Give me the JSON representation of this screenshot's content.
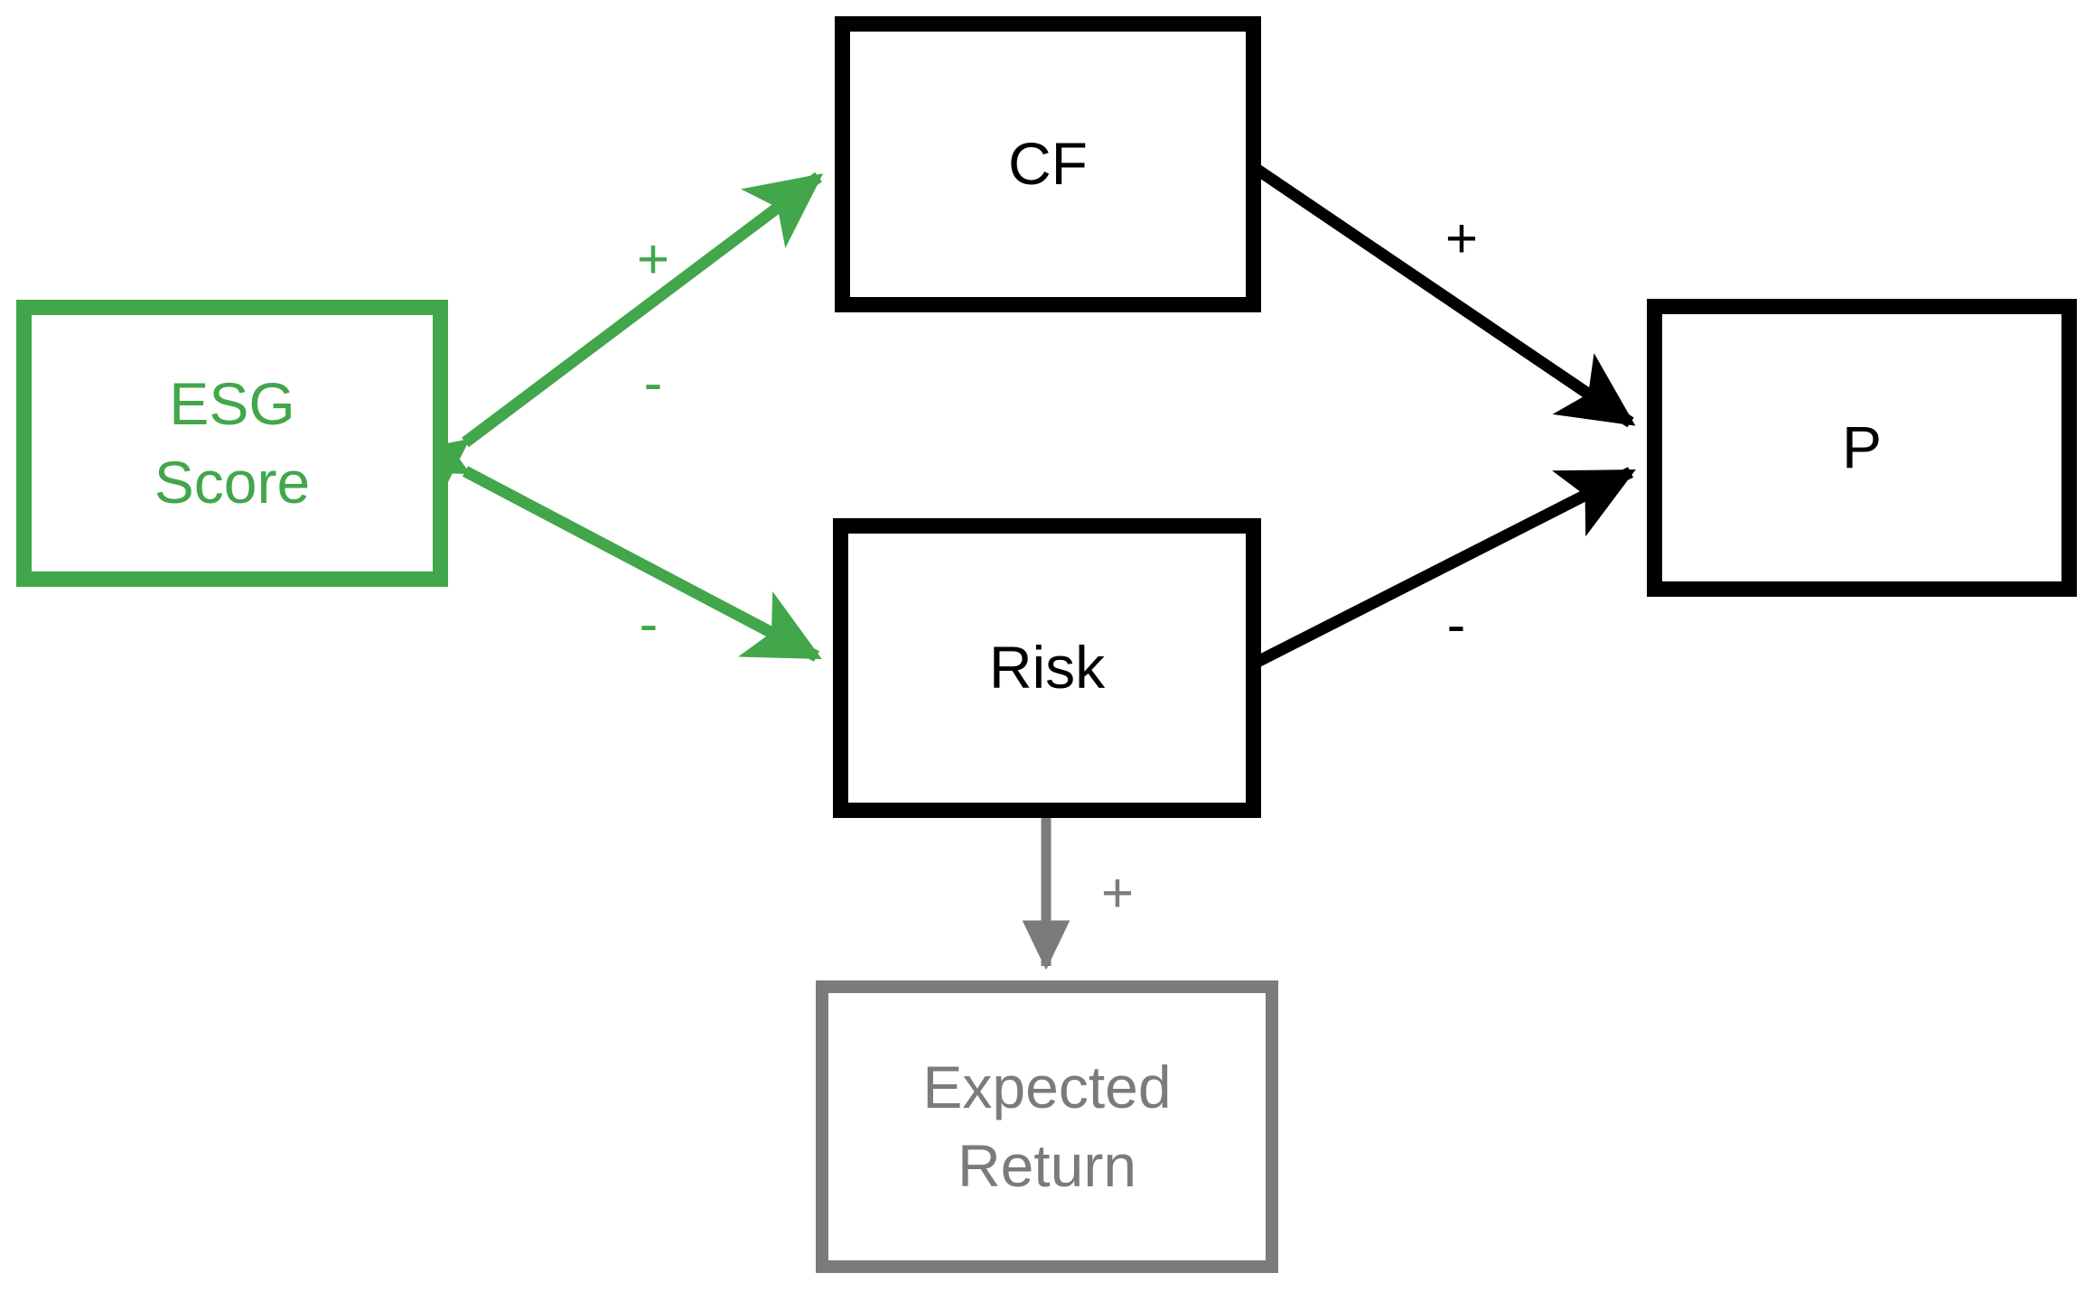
{
  "diagram": {
    "title": "ESG Score valuation channel diagram",
    "background": "#ffffff",
    "colors": {
      "green": "#42a64a",
      "black": "#000000",
      "gray": "#7b7b7b"
    },
    "nodes": [
      {
        "id": "esg",
        "label": "ESG\nScore",
        "color": "#42a64a"
      },
      {
        "id": "cf",
        "label": "CF",
        "color": "#000000"
      },
      {
        "id": "risk",
        "label": "Risk",
        "color": "#000000"
      },
      {
        "id": "p",
        "label": "P",
        "color": "#000000"
      },
      {
        "id": "er",
        "label": "Expected\nReturn",
        "color": "#7b7b7b"
      }
    ],
    "edges": [
      {
        "id": "esg-cf",
        "from": "ESG Score",
        "to": "CF",
        "arrow": "double",
        "color": "#42a64a",
        "sign": "+"
      },
      {
        "id": "cf-esg",
        "from": "CF",
        "to": "ESG Score",
        "arrow": "double",
        "color": "#42a64a",
        "sign": "-"
      },
      {
        "id": "esg-risk",
        "from": "ESG Score",
        "to": "Risk",
        "arrow": "double",
        "color": "#42a64a",
        "sign": "-"
      },
      {
        "id": "cf-p",
        "from": "CF",
        "to": "P",
        "arrow": "single",
        "color": "#000000",
        "sign": "+"
      },
      {
        "id": "risk-p",
        "from": "Risk",
        "to": "P",
        "arrow": "single",
        "color": "#000000",
        "sign": "-"
      },
      {
        "id": "risk-er",
        "from": "Risk",
        "to": "Expected Return",
        "arrow": "single",
        "color": "#7b7b7b",
        "sign": "+"
      }
    ],
    "labels": {
      "esg_cf_sign": "+",
      "cf_esg_sign": "-",
      "esg_risk_sign": "-",
      "cf_p_sign": "+",
      "risk_p_sign": "-",
      "risk_er_sign": "+"
    }
  }
}
